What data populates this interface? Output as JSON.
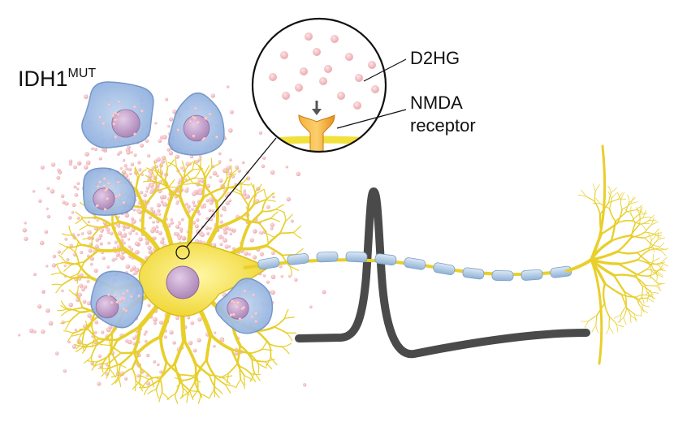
{
  "labels": {
    "cell_type": "IDH1",
    "cell_type_superscript": "MUT",
    "metabolite": "D2HG",
    "receptor_line1": "NMDA",
    "receptor_line2": "receptor"
  },
  "colors": {
    "neuron": "#f2e13c",
    "neuron_stroke": "#d8be1e",
    "nucleus": "#c9a2cf",
    "tumor_cell": "#9dbde6",
    "tumor_stroke": "#6d90c6",
    "d2hg_particle": "#f2b8bc",
    "myelin": "#a8c4e0",
    "action_potential": "#4a4a4a",
    "receptor": "#f5a623",
    "arrow": "#555555"
  },
  "icons": {
    "zoom_inset": "magnifier-circle",
    "receptor": "nmda-receptor-icon"
  }
}
